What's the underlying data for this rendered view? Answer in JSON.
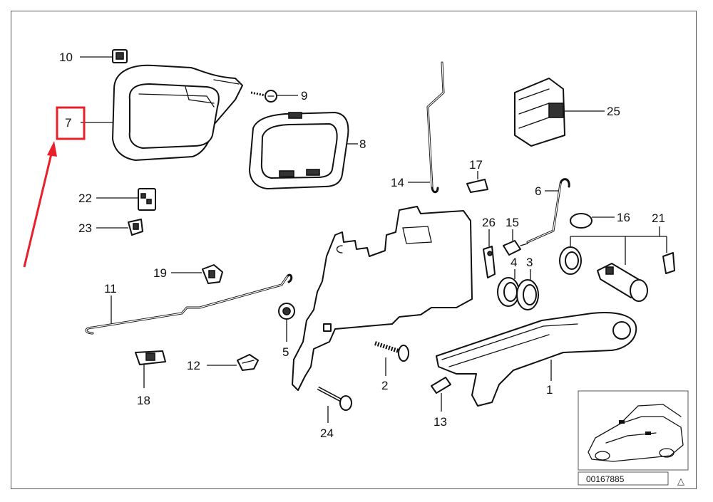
{
  "callouts": {
    "c1": "1",
    "c2": "2",
    "c3": "3",
    "c4": "4",
    "c5": "5",
    "c6": "6",
    "c7": "7",
    "c8": "8",
    "c9": "9",
    "c10": "10",
    "c11": "11",
    "c12": "12",
    "c13": "13",
    "c14": "14",
    "c15": "15",
    "c16": "16",
    "c17": "17",
    "c18": "18",
    "c19": "19",
    "c21": "21",
    "c22": "22",
    "c23": "23",
    "c24": "24",
    "c25": "25",
    "c26": "26"
  },
  "inset": {
    "id": "00167885",
    "marker": "△"
  },
  "highlight": {
    "callout": "7",
    "color": "#e8202a"
  }
}
